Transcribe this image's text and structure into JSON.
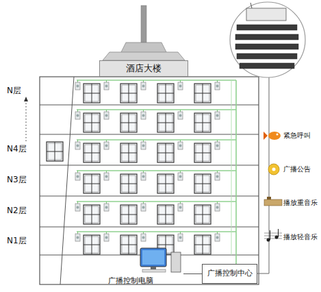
{
  "diagram": {
    "nodes": [
      {
        "text": [
          "酒店大楼"
        ]
      },
      {
        "text": [
          "广播控制电脑"
        ]
      },
      {
        "text": [
          "广播控制中心"
        ]
      }
    ],
    "edges": [
      {
        "from": 1,
        "to": 2,
        "arrow": "none"
      }
    ],
    "labels": [
      "N层",
      "N4层",
      "N3层",
      "N2层",
      "N1层",
      "紧急呼叫",
      "广播公告",
      "播放重音乐",
      "播放轻音乐"
    ]
  }
}
